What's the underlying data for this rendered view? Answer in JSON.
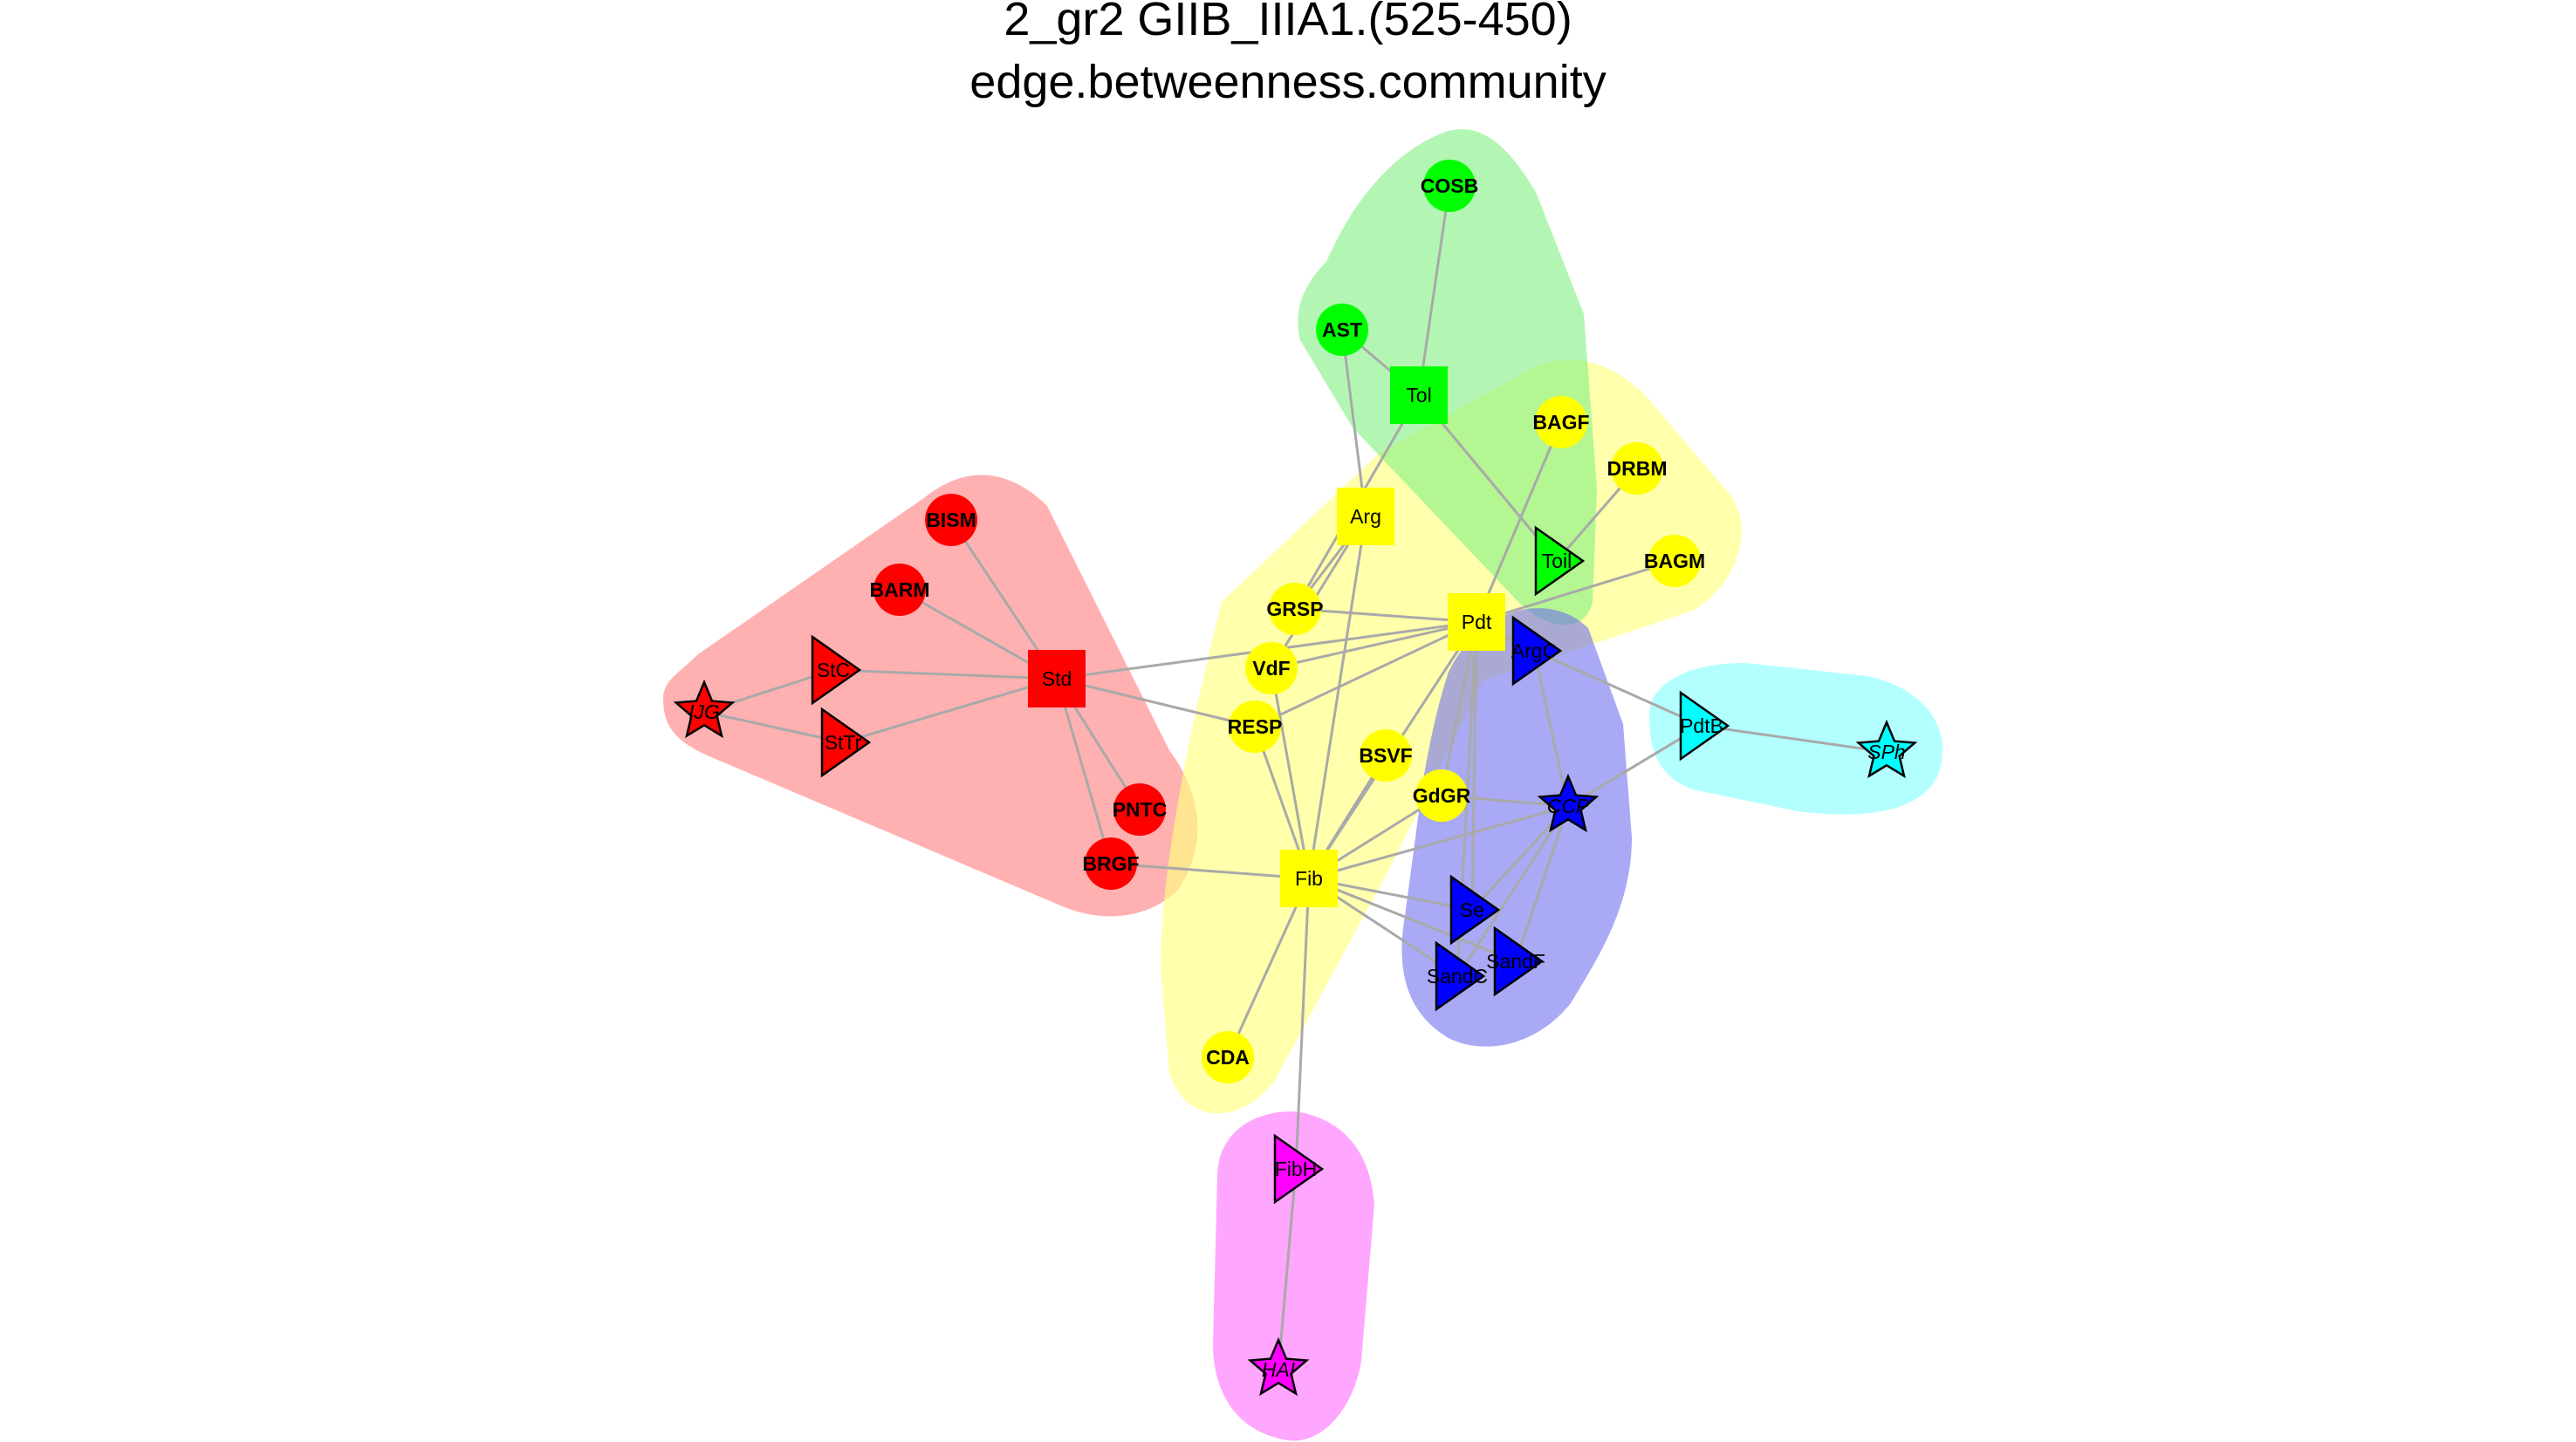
{
  "title": {
    "line1": "2_gr2 GIIB_IIIA1.(525-450)",
    "line2": "edge.betweenness.community"
  },
  "colors": {
    "edge": "#a9a9a9",
    "red": "#ff0000",
    "yellow": "#ffff00",
    "green": "#00ff00",
    "blue": "#0000ff",
    "cyan": "#00ffff",
    "magenta": "#ff00ff"
  },
  "communities": [
    {
      "name": "red",
      "fill": "#ff9090",
      "opacity": 0.7
    },
    {
      "name": "yellow",
      "fill": "#ffff80",
      "opacity": 0.65
    },
    {
      "name": "green",
      "fill": "#80f080",
      "opacity": 0.6
    },
    {
      "name": "blue",
      "fill": "#7070ee",
      "opacity": 0.6
    },
    {
      "name": "cyan",
      "fill": "#80ffff",
      "opacity": 0.6
    },
    {
      "name": "magenta",
      "fill": "#ff80ff",
      "opacity": 0.7
    }
  ],
  "nodes": [
    {
      "id": "COSB",
      "label": "COSB",
      "shape": "circle",
      "color": "#00ff00",
      "style": "bold"
    },
    {
      "id": "AST",
      "label": "AST",
      "shape": "circle",
      "color": "#00ff00",
      "style": "bold"
    },
    {
      "id": "Tol",
      "label": "Tol",
      "shape": "square",
      "color": "#00ff00",
      "style": "plain"
    },
    {
      "id": "Toil",
      "label": "Toil",
      "shape": "triangle",
      "color": "#00ff00",
      "style": "plain"
    },
    {
      "id": "BAGF",
      "label": "BAGF",
      "shape": "circle",
      "color": "#ffff00",
      "style": "bold"
    },
    {
      "id": "DRBM",
      "label": "DRBM",
      "shape": "circle",
      "color": "#ffff00",
      "style": "bold"
    },
    {
      "id": "BAGM",
      "label": "BAGM",
      "shape": "circle",
      "color": "#ffff00",
      "style": "bold"
    },
    {
      "id": "Arg",
      "label": "Arg",
      "shape": "square",
      "color": "#ffff00",
      "style": "plain"
    },
    {
      "id": "GRSP",
      "label": "GRSP",
      "shape": "circle",
      "color": "#ffff00",
      "style": "bold"
    },
    {
      "id": "Pdt",
      "label": "Pdt",
      "shape": "square",
      "color": "#ffff00",
      "style": "plain"
    },
    {
      "id": "VdF",
      "label": "VdF",
      "shape": "circle",
      "color": "#ffff00",
      "style": "bold"
    },
    {
      "id": "RESP",
      "label": "RESP",
      "shape": "circle",
      "color": "#ffff00",
      "style": "bold"
    },
    {
      "id": "BSVF",
      "label": "BSVF",
      "shape": "circle",
      "color": "#ffff00",
      "style": "bold"
    },
    {
      "id": "GdGR",
      "label": "GdGR",
      "shape": "circle",
      "color": "#ffff00",
      "style": "bold"
    },
    {
      "id": "Fib",
      "label": "Fib",
      "shape": "square",
      "color": "#ffff00",
      "style": "plain"
    },
    {
      "id": "CDA",
      "label": "CDA",
      "shape": "circle",
      "color": "#ffff00",
      "style": "bold"
    },
    {
      "id": "BISM",
      "label": "BISM",
      "shape": "circle",
      "color": "#ff0000",
      "style": "bold"
    },
    {
      "id": "BARM",
      "label": "BARM",
      "shape": "circle",
      "color": "#ff0000",
      "style": "bold"
    },
    {
      "id": "StC",
      "label": "StC",
      "shape": "triangle",
      "color": "#ff0000",
      "style": "plain"
    },
    {
      "id": "Std",
      "label": "Std",
      "shape": "square",
      "color": "#ff0000",
      "style": "plain"
    },
    {
      "id": "IJG",
      "label": "IJG",
      "shape": "star",
      "color": "#ff0000",
      "style": "italic"
    },
    {
      "id": "StTr",
      "label": "StTr",
      "shape": "triangle",
      "color": "#ff0000",
      "style": "plain"
    },
    {
      "id": "PNTC",
      "label": "PNTC",
      "shape": "circle",
      "color": "#ff0000",
      "style": "bold"
    },
    {
      "id": "BRGF",
      "label": "BRGF",
      "shape": "circle",
      "color": "#ff0000",
      "style": "bold"
    },
    {
      "id": "ArgC",
      "label": "ArgC",
      "shape": "triangle",
      "color": "#0000ff",
      "style": "plain"
    },
    {
      "id": "CCP",
      "label": "CCP",
      "shape": "star",
      "color": "#0000ff",
      "style": "italic"
    },
    {
      "id": "Se",
      "label": "Se",
      "shape": "triangle",
      "color": "#0000ff",
      "style": "plain"
    },
    {
      "id": "SandC",
      "label": "SandC",
      "shape": "triangle",
      "color": "#0000ff",
      "style": "plain"
    },
    {
      "id": "SandF",
      "label": "SandF",
      "shape": "triangle",
      "color": "#0000ff",
      "style": "plain"
    },
    {
      "id": "PdtB",
      "label": "PdtB",
      "shape": "triangle",
      "color": "#00ffff",
      "style": "plain"
    },
    {
      "id": "SPh",
      "label": "SPh",
      "shape": "star",
      "color": "#00ffff",
      "style": "italic"
    },
    {
      "id": "FibH",
      "label": "FibH",
      "shape": "triangle",
      "color": "#ff00ff",
      "style": "plain"
    },
    {
      "id": "HAI",
      "label": "HAI",
      "shape": "star",
      "color": "#ff00ff",
      "style": "italic"
    }
  ],
  "edges": [
    [
      "COSB",
      "Tol"
    ],
    [
      "AST",
      "Tol"
    ],
    [
      "AST",
      "Arg"
    ],
    [
      "Tol",
      "Toil"
    ],
    [
      "Tol",
      "GRSP"
    ],
    [
      "BAGF",
      "Pdt"
    ],
    [
      "DRBM",
      "Toil"
    ],
    [
      "BAGM",
      "Pdt"
    ],
    [
      "Arg",
      "GRSP"
    ],
    [
      "Arg",
      "VdF"
    ],
    [
      "Arg",
      "Fib"
    ],
    [
      "Pdt",
      "Std"
    ],
    [
      "Pdt",
      "GRSP"
    ],
    [
      "Pdt",
      "VdF"
    ],
    [
      "Pdt",
      "RESP"
    ],
    [
      "Pdt",
      "Fib"
    ],
    [
      "Pdt",
      "ArgC"
    ],
    [
      "Pdt",
      "GdGR"
    ],
    [
      "Pdt",
      "SandC"
    ],
    [
      "Pdt",
      "Se"
    ],
    [
      "VdF",
      "Fib"
    ],
    [
      "RESP",
      "Fib"
    ],
    [
      "RESP",
      "Std"
    ],
    [
      "BSVF",
      "Fib"
    ],
    [
      "GdGR",
      "Fib"
    ],
    [
      "Fib",
      "CDA"
    ],
    [
      "Fib",
      "FibH"
    ],
    [
      "Fib",
      "BRGF"
    ],
    [
      "Fib",
      "Se"
    ],
    [
      "Fib",
      "SandC"
    ],
    [
      "Fib",
      "SandF"
    ],
    [
      "Fib",
      "CCP"
    ],
    [
      "BISM",
      "Std"
    ],
    [
      "BARM",
      "Std"
    ],
    [
      "StC",
      "Std"
    ],
    [
      "StC",
      "IJG"
    ],
    [
      "StTr",
      "Std"
    ],
    [
      "StTr",
      "IJG"
    ],
    [
      "Std",
      "PNTC"
    ],
    [
      "Std",
      "BRGF"
    ],
    [
      "ArgC",
      "PdtB"
    ],
    [
      "ArgC",
      "CCP"
    ],
    [
      "PdtB",
      "SPh"
    ],
    [
      "PdtB",
      "CCP"
    ],
    [
      "CCP",
      "Se"
    ],
    [
      "CCP",
      "SandC"
    ],
    [
      "CCP",
      "SandF"
    ],
    [
      "CCP",
      "GdGR"
    ],
    [
      "FibH",
      "HAI"
    ]
  ]
}
